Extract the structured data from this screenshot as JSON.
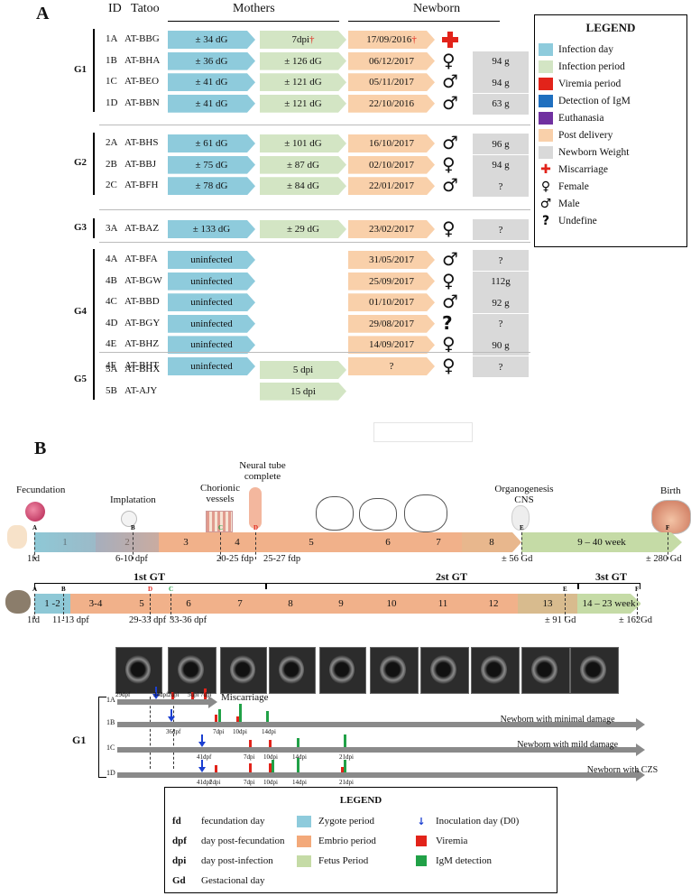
{
  "panelA": {
    "letter": "A",
    "headers": {
      "id": "ID",
      "tatoo": "Tatoo",
      "mothers": "Mothers",
      "newborn": "Newborn"
    },
    "groups": [
      {
        "label": "G1",
        "rows": [
          {
            "id": "1A",
            "tatoo": "AT-BBG",
            "infection": "± 34 dG",
            "period": "7dpi",
            "period_dagger": "†",
            "delivery": "17/09/2016",
            "delivery_dagger": "†",
            "sex": "miscarriage",
            "weight": ""
          },
          {
            "id": "1B",
            "tatoo": "AT-BHA",
            "infection": "± 36 dG",
            "period": "± 126 dG",
            "delivery": "06/12/2017",
            "sex": "female",
            "weight": "94 g"
          },
          {
            "id": "1C",
            "tatoo": "AT-BEO",
            "infection": "± 41 dG",
            "period": "± 121 dG",
            "delivery": "05/11/2017",
            "sex": "male",
            "weight": "94 g"
          },
          {
            "id": "1D",
            "tatoo": "AT-BBN",
            "infection": "± 41 dG",
            "period": "± 121 dG",
            "delivery": "22/10/2016",
            "sex": "male",
            "weight": "63 g"
          }
        ]
      },
      {
        "label": "G2",
        "rows": [
          {
            "id": "2A",
            "tatoo": "AT-BHS",
            "infection": "± 61 dG",
            "period": "± 101 dG",
            "delivery": "16/10/2017",
            "sex": "male",
            "weight": "96 g"
          },
          {
            "id": "2B",
            "tatoo": "AT-BBJ",
            "infection": "± 75 dG",
            "period": "± 87 dG",
            "delivery": "02/10/2017",
            "sex": "female",
            "weight": "94 g"
          },
          {
            "id": "2C",
            "tatoo": "AT-BFH",
            "infection": "± 78 dG",
            "period": "± 84 dG",
            "delivery": "22/01/2017",
            "sex": "male",
            "weight": "?"
          }
        ]
      },
      {
        "label": "G3",
        "rows": [
          {
            "id": "3A",
            "tatoo": "AT-BAZ",
            "infection": "± 133 dG",
            "period": "± 29 dG",
            "delivery": "23/02/2017",
            "sex": "female",
            "weight": "?"
          }
        ]
      },
      {
        "label": "G4",
        "rows": [
          {
            "id": "4A",
            "tatoo": "AT-BFA",
            "infection": "uninfected",
            "period": "",
            "delivery": "31/05/2017",
            "sex": "male",
            "weight": "?"
          },
          {
            "id": "4B",
            "tatoo": "AT-BGW",
            "infection": "uninfected",
            "period": "",
            "delivery": "25/09/2017",
            "sex": "female",
            "weight": "112g"
          },
          {
            "id": "4C",
            "tatoo": "AT-BBD",
            "infection": "uninfected",
            "period": "",
            "delivery": "01/10/2017",
            "sex": "male",
            "weight": "92 g"
          },
          {
            "id": "4D",
            "tatoo": "AT-BGY",
            "infection": "uninfected",
            "period": "",
            "delivery": "29/08/2017",
            "sex": "undefine",
            "weight": "?"
          },
          {
            "id": "4E",
            "tatoo": "AT-BHZ",
            "infection": "uninfected",
            "period": "",
            "delivery": "14/09/2017",
            "sex": "female",
            "weight": "90 g"
          },
          {
            "id": "4F",
            "tatoo": "AT-BHT",
            "infection": "uninfected",
            "period": "",
            "delivery": "?",
            "sex": "female",
            "weight": "?"
          }
        ]
      },
      {
        "label": "G5",
        "rows": [
          {
            "id": "5A",
            "tatoo": "AT-BHX",
            "infection": "",
            "period": "5 dpi",
            "delivery": "",
            "sex": "",
            "weight": ""
          },
          {
            "id": "5B",
            "tatoo": "AT-AJY",
            "infection": "",
            "period": "15 dpi",
            "delivery": "",
            "sex": "",
            "weight": ""
          }
        ]
      }
    ],
    "legend": {
      "title": "LEGEND",
      "items": [
        {
          "label": "Infection day",
          "color": "#8ecbdc"
        },
        {
          "label": "Infection period",
          "color": "#d3e5c4"
        },
        {
          "label": "Viremia period",
          "color": "#e2231a"
        },
        {
          "label": "Detection of IgM",
          "color": "#1f6fbf"
        },
        {
          "label": "Euthanasia",
          "color": "#7030a0"
        },
        {
          "label": "Post delivery",
          "color": "#f9d0aa"
        },
        {
          "label": "Newborn Weight",
          "color": "#d9d9d9"
        }
      ],
      "symbols": [
        {
          "label": "Miscarriage",
          "icon": "red-cross-icon"
        },
        {
          "label": "Female",
          "icon": "female-icon"
        },
        {
          "label": "Male",
          "icon": "male-icon"
        },
        {
          "label": "Undefine",
          "icon": "question-icon"
        }
      ]
    }
  },
  "panelB": {
    "letter": "B",
    "milestones": {
      "fecundation": "Fecundation",
      "implantation": "Implatation",
      "chorionic": "Chorionic vessels",
      "neural": "Neural tube complete",
      "organogenesis": "Organogenesis CNS",
      "birth": "Birth"
    },
    "human": {
      "segments": [
        "1",
        "2",
        "3",
        "4",
        "5",
        "6",
        "7",
        "8",
        "9 – 40 week"
      ],
      "letters": [
        "A",
        "B",
        "C",
        "D",
        "E",
        "F"
      ],
      "below": [
        "1fd",
        "6-10 dpf",
        "20-25 fdp",
        "25-27 fdp",
        "± 56 Gd",
        "± 280 Gd"
      ]
    },
    "monkey": {
      "gt1": "1st GT",
      "gt2": "2st GT",
      "gt3": "3st GT",
      "segments": [
        "1 -2",
        "3-4",
        "5",
        "6",
        "7",
        "8",
        "9",
        "10",
        "11",
        "12",
        "13",
        "14 – 23 week"
      ],
      "letters": [
        "A",
        "B",
        "D",
        "C",
        "E",
        "F"
      ],
      "below": [
        "1fd",
        "11-13 dpf",
        "29-33 dpf",
        "33-36 dpf",
        "± 91 Gd",
        "± 162Gd"
      ]
    },
    "tracks": {
      "group": "G1",
      "rows": [
        {
          "id": "1A",
          "label": "Miscarriage",
          "ticks": [
            "29dpf",
            "34dpf",
            "2dpi",
            "5dpi",
            "7dpi"
          ]
        },
        {
          "id": "1B",
          "label": "Newborn with minimal damage",
          "ticks": [
            "36dpf",
            "7dpi",
            "10dpi",
            "14dpi"
          ]
        },
        {
          "id": "1C",
          "label": "Newborn with mild damage",
          "ticks": [
            "41dpf",
            "7dpi",
            "10dpi",
            "14dpi",
            "21dpi"
          ]
        },
        {
          "id": "1D",
          "label": "Newborn with CZS",
          "ticks": [
            "41dpf",
            "2dpi",
            "7dpi",
            "10dpi",
            "14dpi",
            "21dpi"
          ]
        }
      ]
    },
    "legend": {
      "title": "LEGEND",
      "abbrev": [
        {
          "k": "fd",
          "v": "fecundation day"
        },
        {
          "k": "dpf",
          "v": "day post-fecundation"
        },
        {
          "k": "dpi",
          "v": "day post-infection"
        },
        {
          "k": "Gd",
          "v": "Gestacional day"
        }
      ],
      "periods": [
        {
          "label": "Zygote period",
          "color": "#8ecbdc"
        },
        {
          "label": "Embrio period",
          "color": "#f3a97a"
        },
        {
          "label": "Fetus Period",
          "color": "#c5dba6"
        }
      ],
      "markers": [
        {
          "label": "Inoculation day (D0)",
          "icon": "blue-arrow-icon"
        },
        {
          "label": "Viremia",
          "color": "#e2231a"
        },
        {
          "label": "IgM detection",
          "color": "#21a147"
        }
      ]
    }
  }
}
